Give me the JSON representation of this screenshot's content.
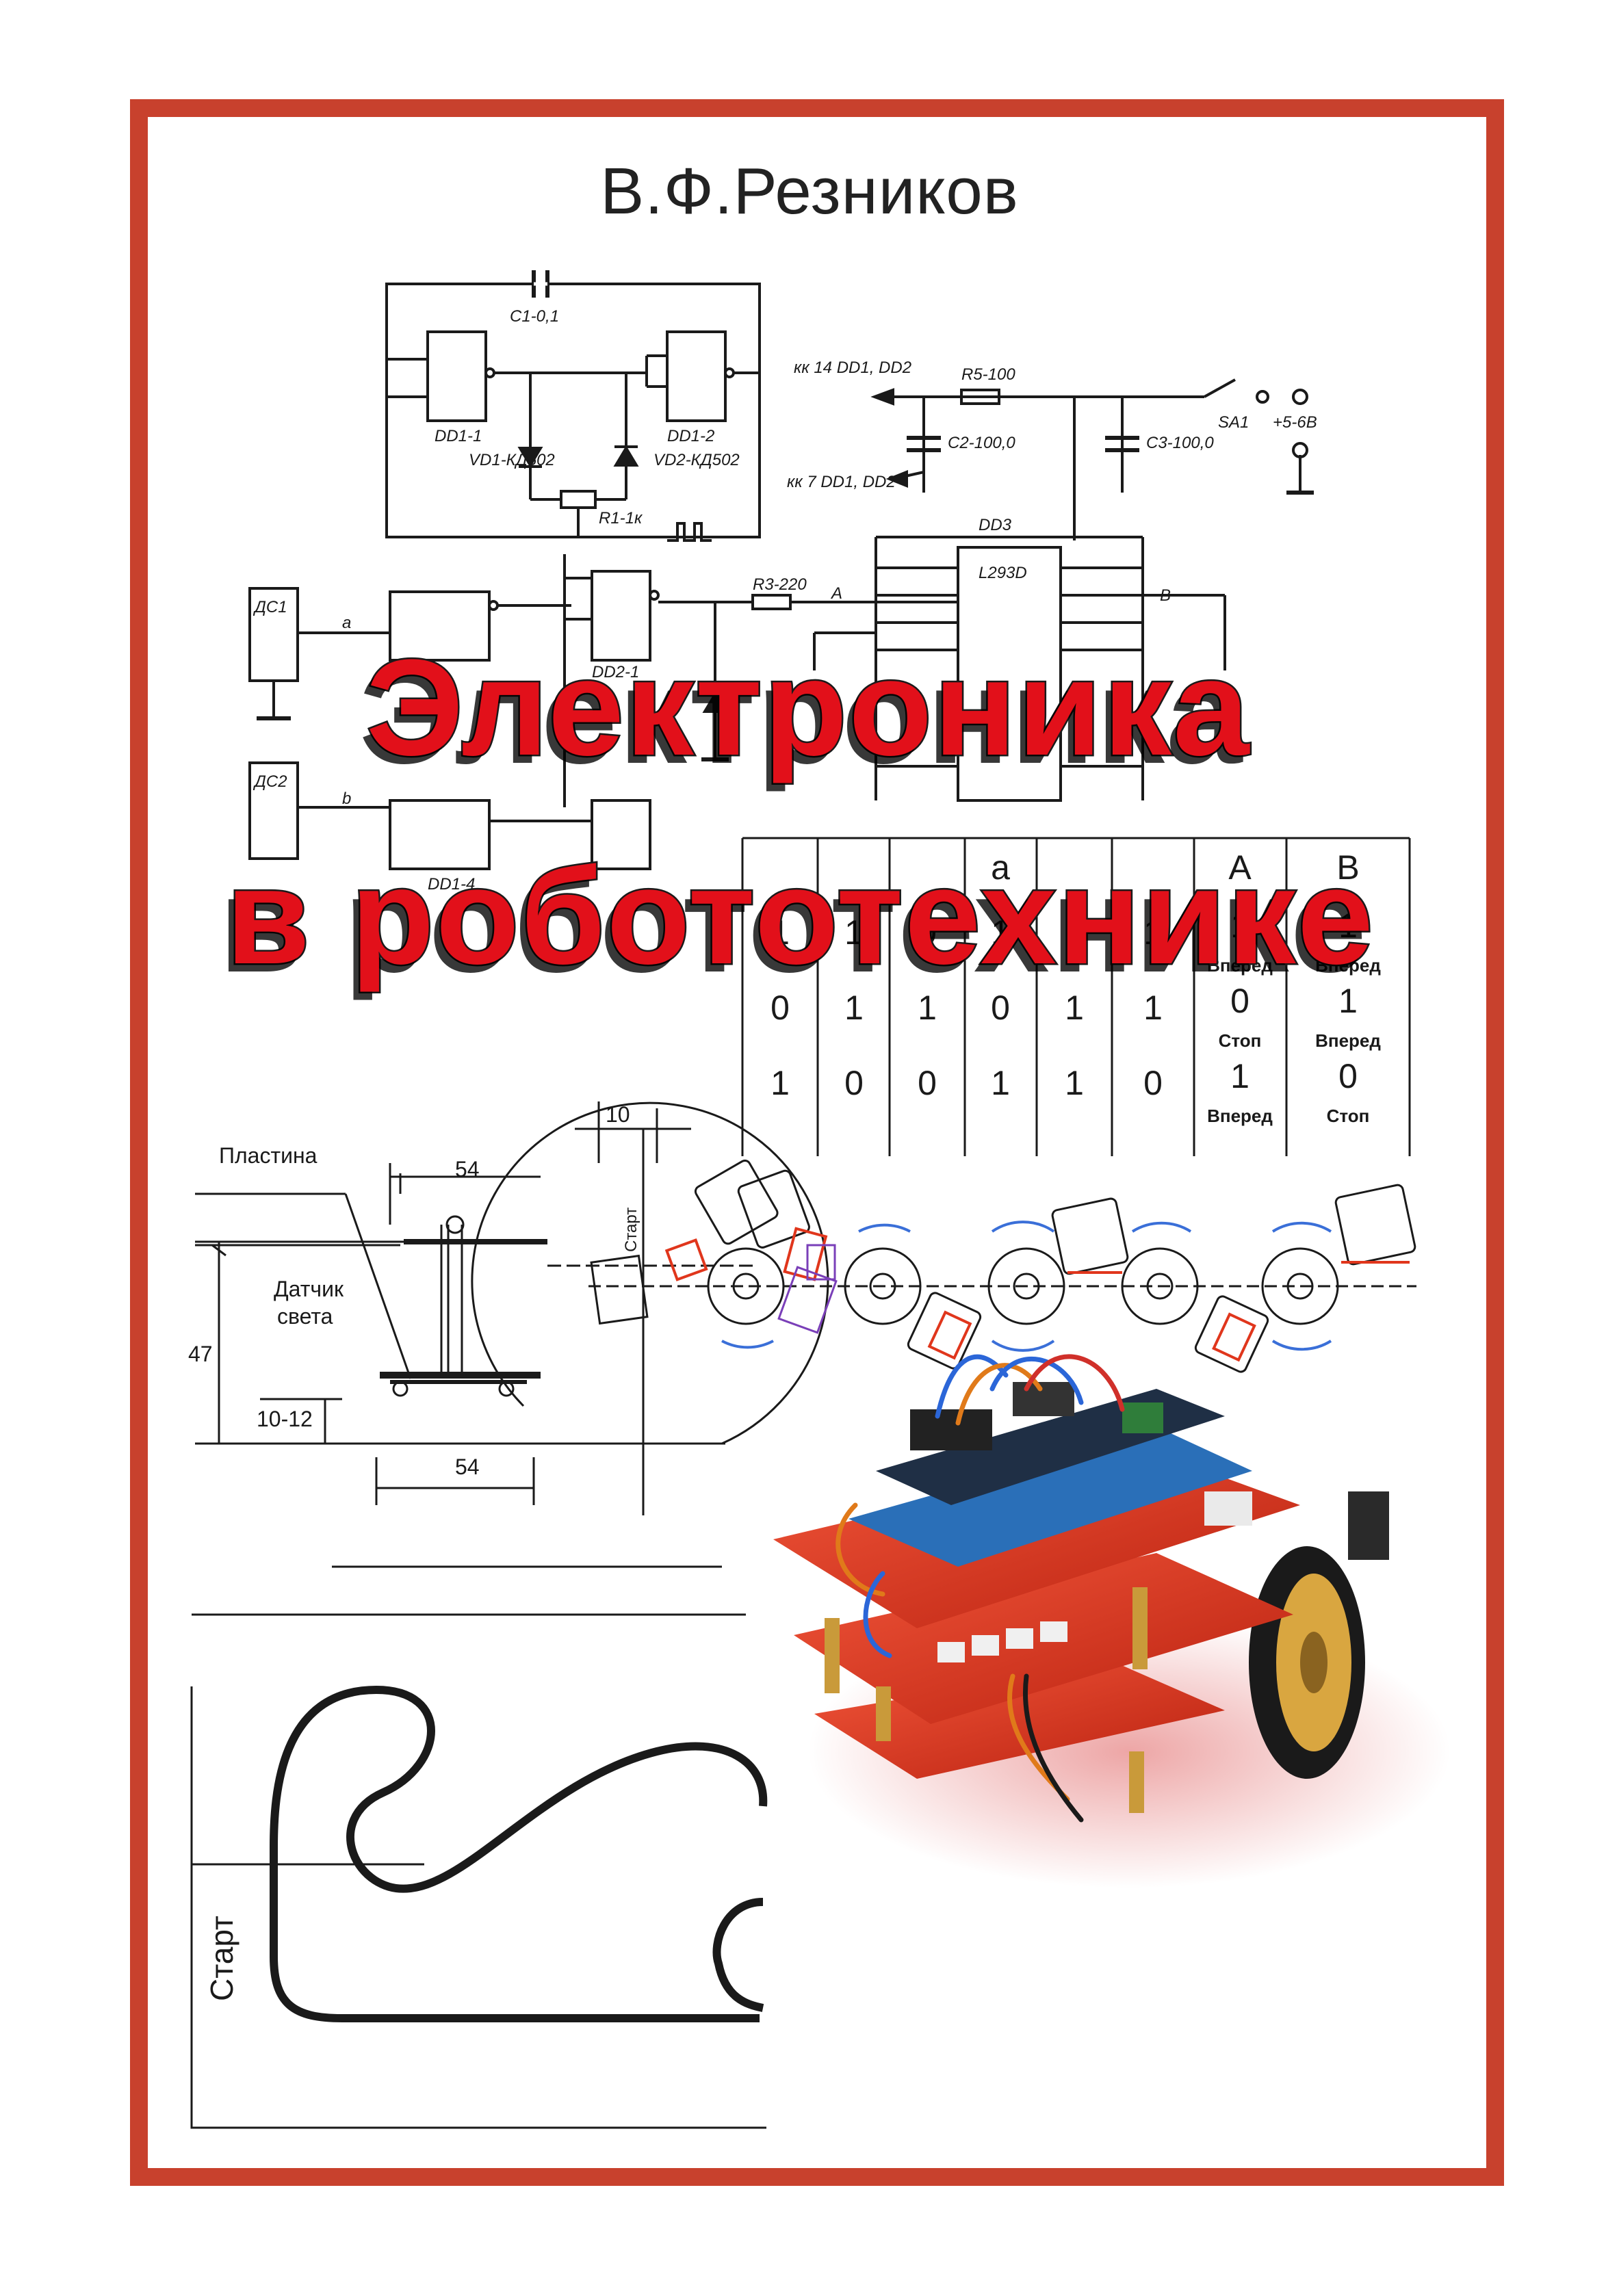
{
  "author": "В.Ф.Резников",
  "title_line1": "Электроника",
  "title_line2": "в робототехнике",
  "colors": {
    "frame": "#c8412d",
    "title_fill": "#e2101a",
    "title_outline": "#1a1a1a",
    "robot_board": "#e0361c"
  },
  "circuit_labels": {
    "c1": "С1-0,1",
    "dd1_1": "DD1-1",
    "dd1_2": "DD1-2",
    "vd1": "VD1-КД502",
    "vd2": "VD2-КД502",
    "r1": "R1-1к",
    "kk14": "кк 14 DD1, DD2",
    "kk7": "кк 7 DD1, DD2",
    "r5": "R5-100",
    "c2": "С2-100,0",
    "c3": "С3-100,0",
    "sa1": "SA1",
    "plus": "+5-6В",
    "dd3": "DD3",
    "l293": "L293D",
    "r3": "R3-220",
    "ds1": "ДС1",
    "ds2": "ДС2",
    "dd2_1": "DD2-1",
    "dd1_4": "DD1-4",
    "a": "А",
    "b": "В",
    "a_in": "a",
    "b_in": "b"
  },
  "truth_table": {
    "headers": [
      "",
      "",
      "",
      "a",
      "",
      "",
      "А",
      "В"
    ],
    "rows": [
      [
        {
          "v": "1"
        },
        {
          "v": "1"
        },
        {
          "v": "0"
        },
        {
          "v": "1"
        },
        {
          "v": "0"
        },
        {
          "v": "1"
        },
        {
          "v": "1",
          "s": "Вперед"
        },
        {
          "v": "1",
          "s": "Вперед"
        }
      ],
      [
        {
          "v": "0"
        },
        {
          "v": "1"
        },
        {
          "v": "1"
        },
        {
          "v": "0"
        },
        {
          "v": "1"
        },
        {
          "v": "1"
        },
        {
          "v": "0",
          "s": "Стоп"
        },
        {
          "v": "1",
          "s": "Вперед"
        }
      ],
      [
        {
          "v": "1"
        },
        {
          "v": "0"
        },
        {
          "v": "0"
        },
        {
          "v": "1"
        },
        {
          "v": "1"
        },
        {
          "v": "0"
        },
        {
          "v": "1",
          "s": "Вперед"
        },
        {
          "v": "0",
          "s": "Стоп"
        }
      ]
    ]
  },
  "mech_drawing": {
    "plate": "Пластина",
    "sensor_line1": "Датчик",
    "sensor_line2": "света",
    "dim_54_top": "54",
    "dim_54_bottom": "54",
    "dim_10": "10",
    "dim_47": "47",
    "dim_10_12": "10-12",
    "start_vertical": "Старт"
  },
  "track": {
    "start_label": "Старт"
  }
}
